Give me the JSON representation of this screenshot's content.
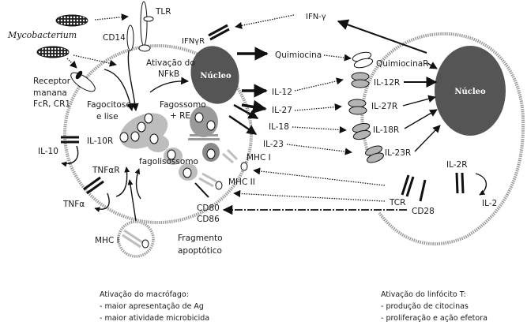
{
  "diagram": {
    "title": "Interação macrófago – linfócito T na resposta a Mycobacterium",
    "colors": {
      "nucleus": "#555555",
      "vesicle_light": "#bdbdbd",
      "vesicle_mid": "#9a9a9a",
      "receptor_fill": "#b4b4b4",
      "membrane": "#9a9a9a",
      "ink": "#111111"
    },
    "pathogen": {
      "label": "Mycobacterium"
    },
    "macrophage": {
      "nucleus_label": "Núcleo",
      "receptors": {
        "tlr": "TLR",
        "cd14": "CD14",
        "ifngr": "IFNγR",
        "mannose": [
          "Receptor",
          "manana",
          "FcR, CR1"
        ],
        "il10r": "IL-10R",
        "tnfar": "TNFαR",
        "mhc1": "MHC I",
        "mhc2": "MHC II",
        "cd80_86": [
          "CD80",
          "CD86"
        ]
      },
      "processes": {
        "nfkb": [
          "Ativação do",
          "NFkB"
        ],
        "phagocytosis": [
          "Fagocitose",
          "e lise"
        ],
        "phagosome": [
          "Fagossomo",
          "+ RE"
        ],
        "phagolysosome": "fagolisossomo"
      },
      "secreted": {
        "il10": "IL-10",
        "tnfa": "TNFα"
      }
    },
    "cytokines": [
      "Quimiocina",
      "IL-12",
      "IL-27",
      "IL-18",
      "IL-23"
    ],
    "ifn_gamma": "IFN-γ",
    "apoptotic": {
      "mhc1": "MHC I",
      "label": [
        "Fragmento",
        "apoptótico"
      ]
    },
    "tcell": {
      "nucleus_label": "Núcleo",
      "receptors": [
        "QuimiocinaR",
        "IL-12R",
        "IL-27R",
        "IL-18R",
        "IL-23R"
      ],
      "tcr": "TCR",
      "cd28": "CD28",
      "il2r": "IL-2R",
      "il2": "IL-2"
    },
    "captions": {
      "macrophage": {
        "title": "Ativação do macrófago:",
        "items": [
          "- maior apresentação de Ag",
          "- maior atividade microbicida"
        ]
      },
      "tcell": {
        "title": "Ativação do linfócito T:",
        "items": [
          "- produção de citocinas",
          "- proliferação e ação efetora"
        ]
      }
    }
  }
}
